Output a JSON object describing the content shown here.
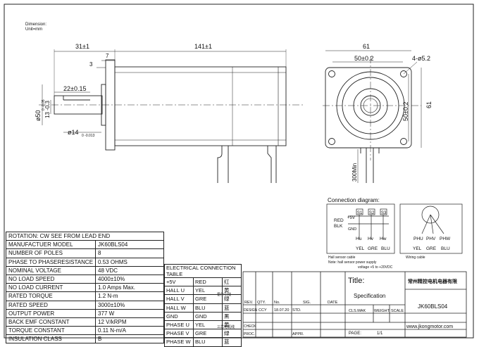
{
  "note": {
    "line1": "Dimension:",
    "line2": "Unit=mm"
  },
  "dims": {
    "d31": "31±1",
    "d141": "141±1",
    "d7": "7",
    "d3": "3",
    "d22": "22±0.15",
    "d50": "ø50",
    "d50tol": "0 -0.05",
    "d13": "13 -0.3",
    "d14": "ø14",
    "d14tol": "0 -0.013",
    "d61top": "61",
    "d50pcd": "50±0.2",
    "dholes": "4-ø5.2",
    "d50side": "50±0.2",
    "d61side": "61",
    "d300": "300Min"
  },
  "connection": {
    "title": "Connection diagram:",
    "plus5v": "+5V",
    "red": "RED",
    "blk": "BLK",
    "gnd": "GND",
    "s1": "S1",
    "s2": "S2",
    "s3": "S3",
    "hu": "Hu",
    "hv": "Hv",
    "hw": "Hw",
    "yel": "YEL",
    "gre": "GRE",
    "blu": "BLU",
    "phu": "PHU",
    "phv": "PHV",
    "phw": "PHW",
    "yel2": "YEL",
    "gre2": "GRE",
    "blu2": "BLU",
    "hall_caption": "Hall sensor cable",
    "note1": "Note: hall sensor power supply",
    "note2": "voltage +5 to +20VDC",
    "wiring_caption": "Wiring cable"
  },
  "specs": [
    {
      "k": "ROTATION: CW SEE FROM LEAD END",
      "v": ""
    },
    {
      "k": "MANUFACTUER MODEL",
      "v": "JK60BLS04"
    },
    {
      "k": "NUMBER OF POLES",
      "v": "8"
    },
    {
      "k": "PHASE TO PHASERESISTANCE",
      "v": "0.53 OHMS"
    },
    {
      "k": "NOMINAL VOLTAGE",
      "v": "48 VDC"
    },
    {
      "k": "NO LOAD SPEED",
      "v": "4000±10%"
    },
    {
      "k": "NO LOAD CURRENT",
      "v": "1.0 Amps Max."
    },
    {
      "k": "RATED TORQUE",
      "v": "1.2 N-m"
    },
    {
      "k": "RATED SPEED",
      "v": "3000±10%"
    },
    {
      "k": "OUTPUT POWER",
      "v": "377 W"
    },
    {
      "k": "BACK EMF CONSTANT",
      "v": "12 V/kRPM"
    },
    {
      "k": "TORQUE CONSTANT",
      "v": "0.11 N-m/A"
    },
    {
      "k": "INSULATION CLASS",
      "v": "B"
    }
  ],
  "electrical": {
    "title": "ELECTRICAL CONNECTION TABLE",
    "rows": [
      {
        "a": "+5V",
        "b": "RED",
        "c": "红"
      },
      {
        "a": "HALL U",
        "b": "YEL",
        "c": "黄"
      },
      {
        "a": "HALL V",
        "b": "GRE",
        "c": "绿"
      },
      {
        "a": "HALL W",
        "b": "BLU",
        "c": "蓝"
      },
      {
        "a": "GND",
        "b": "GND",
        "c": "黑"
      },
      {
        "a": "PHASE U",
        "b": "YEL",
        "c": "黄"
      },
      {
        "a": "PHASE V",
        "b": "GRE",
        "c": "绿"
      },
      {
        "a": "PHASE W",
        "b": "BLU",
        "c": "蓝"
      }
    ],
    "side1": "霍尔引线",
    "side2": "三芯电机线"
  },
  "title_block": {
    "title_label": "Title:",
    "spec": "Specification",
    "company": "常州精控电机电器有限",
    "model": "JK60BLS04",
    "rev": "REV.",
    "qty": "QTY.",
    "no": "No.",
    "sig": "SIG.",
    "date": "DATE",
    "design": "DESIGN",
    "ccy": "CCY",
    "date_val": "18.07.20",
    "std": "STD.",
    "clsmak": "CLS.MAK",
    "weight": "WEIGHT",
    "scale": "SCALE",
    "check": "CHECK",
    "proc": "PROC.",
    "appr": "APPR.",
    "page": "PAGE:",
    "page_val": "1/1",
    "website": "www.jkongmotor.com"
  }
}
